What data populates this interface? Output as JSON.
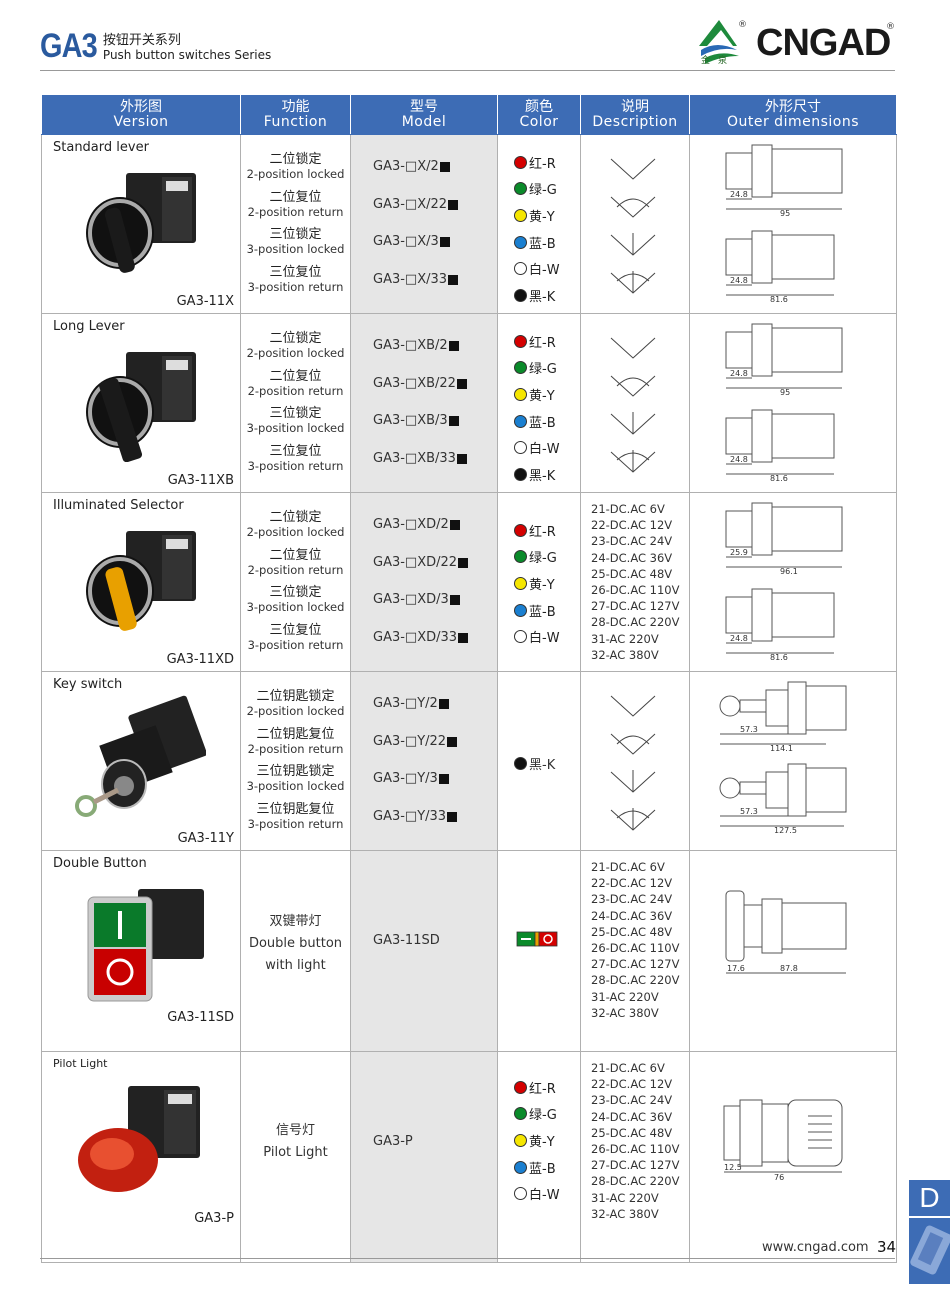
{
  "header": {
    "series_code": "GA3",
    "series_cn": "按钮开关系列",
    "series_en": "Push button switches Series",
    "brand": "CNGAD",
    "brand_cn": "金泉",
    "reg_mark": "®"
  },
  "columns": [
    {
      "cn": "外形图",
      "en": "Version"
    },
    {
      "cn": "功能",
      "en": "Function"
    },
    {
      "cn": "型号",
      "en": "Model"
    },
    {
      "cn": "颜色",
      "en": "Color"
    },
    {
      "cn": "说明",
      "en": "Description"
    },
    {
      "cn": "外形尺寸",
      "en": "Outer dimensions"
    }
  ],
  "colors": {
    "header_blue": "#3d6cb5",
    "red": "#d40000",
    "green": "#0a8a2a",
    "yellow": "#f5e600",
    "blue": "#1a7fd0",
    "white": "#ffffff",
    "black": "#111111"
  },
  "rows": [
    {
      "name": "Standard lever",
      "code": "GA3-11X",
      "functions": [
        {
          "cn": "二位锁定",
          "en": "2-position locked"
        },
        {
          "cn": "二位复位",
          "en": "2-position return"
        },
        {
          "cn": "三位锁定",
          "en": "3-position locked"
        },
        {
          "cn": "三位复位",
          "en": "3-position return"
        }
      ],
      "models": [
        "GA3-□X/2",
        "GA3-□X/22",
        "GA3-□X/3",
        "GA3-□X/33"
      ],
      "colors": [
        "红-R",
        "绿-G",
        "黄-Y",
        "蓝-B",
        "白-W",
        "黑-K"
      ],
      "dims": [
        {
          "a": "24.8",
          "b": "95"
        },
        {
          "a": "24.8",
          "b": "81.6"
        }
      ]
    },
    {
      "name": "Long Lever",
      "code": "GA3-11XB",
      "functions": [
        {
          "cn": "二位锁定",
          "en": "2-position locked"
        },
        {
          "cn": "二位复位",
          "en": "2-position return"
        },
        {
          "cn": "三位锁定",
          "en": "3-position locked"
        },
        {
          "cn": "三位复位",
          "en": "3-position return"
        }
      ],
      "models": [
        "GA3-□XB/2",
        "GA3-□XB/22",
        "GA3-□XB/3",
        "GA3-□XB/33"
      ],
      "colors": [
        "红-R",
        "绿-G",
        "黄-Y",
        "蓝-B",
        "白-W",
        "黑-K"
      ],
      "dims": [
        {
          "a": "24.8",
          "b": "95"
        },
        {
          "a": "24.8",
          "b": "81.6"
        }
      ]
    },
    {
      "name": "Illuminated Selector",
      "code": "GA3-11XD",
      "functions": [
        {
          "cn": "二位锁定",
          "en": "2-position locked"
        },
        {
          "cn": "二位复位",
          "en": "2-position return"
        },
        {
          "cn": "三位锁定",
          "en": "3-position locked"
        },
        {
          "cn": "三位复位",
          "en": "3-position return"
        }
      ],
      "models": [
        "GA3-□XD/2",
        "GA3-□XD/22",
        "GA3-□XD/3",
        "GA3-□XD/33"
      ],
      "colors": [
        "红-R",
        "绿-G",
        "黄-Y",
        "蓝-B",
        "白-W"
      ],
      "voltages": [
        "21-DC.AC 6V",
        "22-DC.AC 12V",
        "23-DC.AC 24V",
        "24-DC.AC 36V",
        "25-DC.AC 48V",
        "26-DC.AC 110V",
        "27-DC.AC 127V",
        "28-DC.AC 220V",
        "31-AC 220V",
        "32-AC 380V"
      ],
      "dims": [
        {
          "a": "25.9",
          "b": "96.1"
        },
        {
          "a": "24.8",
          "b": "81.6"
        }
      ]
    },
    {
      "name": "Key switch",
      "code": "GA3-11Y",
      "functions": [
        {
          "cn": "二位钥匙锁定",
          "en": "2-position locked"
        },
        {
          "cn": "二位钥匙复位",
          "en": "2-position return"
        },
        {
          "cn": "三位钥匙锁定",
          "en": "3-position locked"
        },
        {
          "cn": "三位钥匙复位",
          "en": "3-position return"
        }
      ],
      "models": [
        "GA3-□Y/2",
        "GA3-□Y/22",
        "GA3-□Y/3",
        "GA3-□Y/33"
      ],
      "color_single": "黑-K",
      "dims": [
        {
          "a": "57.3",
          "b": "114.1"
        },
        {
          "a": "57.3",
          "b": "127.5"
        }
      ]
    },
    {
      "name": "Double Button",
      "code": "GA3-11SD",
      "function_lines": [
        "双键带灯",
        "Double button",
        "with light"
      ],
      "model": "GA3-11SD",
      "voltages": [
        "21-DC.AC 6V",
        "22-DC.AC 12V",
        "23-DC.AC 24V",
        "24-DC.AC 36V",
        "25-DC.AC 48V",
        "26-DC.AC 110V",
        "27-DC.AC 127V",
        "28-DC.AC 220V",
        "31-AC 220V",
        "32-AC 380V"
      ],
      "dims": [
        {
          "a": "17.6",
          "b": "87.8"
        }
      ]
    },
    {
      "name": "Pilot Light",
      "code": "GA3-P",
      "function_lines": [
        "信号灯",
        "Pilot Light"
      ],
      "model": "GA3-P",
      "colors": [
        "红-R",
        "绿-G",
        "黄-Y",
        "蓝-B",
        "白-W"
      ],
      "voltages": [
        "21-DC.AC 6V",
        "22-DC.AC 12V",
        "23-DC.AC 24V",
        "24-DC.AC 36V",
        "25-DC.AC 48V",
        "26-DC.AC 110V",
        "27-DC.AC 127V",
        "28-DC.AC 220V",
        "31-AC 220V",
        "32-AC 380V"
      ],
      "dims": [
        {
          "a": "12.5",
          "b": "76"
        }
      ]
    }
  ],
  "footer": {
    "website": "www.cngad.com",
    "page": "34",
    "section_tab": "D"
  }
}
